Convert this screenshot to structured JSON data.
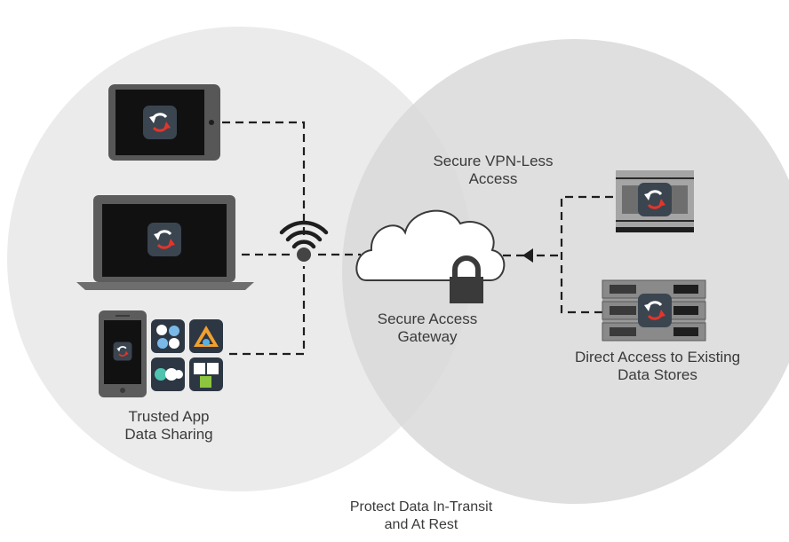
{
  "labels": {
    "vpn": [
      "Secure VPN-Less",
      "Access"
    ],
    "gateway": [
      "Secure Access",
      "Gateway"
    ],
    "direct": [
      "Direct Access to Existing",
      "Data Stores"
    ],
    "trusted": [
      "Trusted App",
      "Data Sharing"
    ],
    "protect": [
      "Protect Data In-Transit",
      "and At Rest"
    ]
  },
  "icons": {
    "tablet": "tablet-icon",
    "laptop": "laptop-icon",
    "phone": "phone-icon",
    "wifi": "wifi-icon",
    "cloud": "cloud-icon",
    "lock": "lock-icon",
    "server_top": "server-icon",
    "server_rack": "server-rack-icon",
    "app_icon": "sync-app-icon",
    "app_tiles": [
      "pinwheel-app-icon",
      "triangle-app-icon",
      "chat-app-icon",
      "share-app-icon"
    ]
  },
  "colors": {
    "circle_left": "#ebebeb",
    "circle_right": "#dcdcdc",
    "device": "#5c5c5c",
    "accent": "#e2352b",
    "line": "#1e1e1e"
  }
}
